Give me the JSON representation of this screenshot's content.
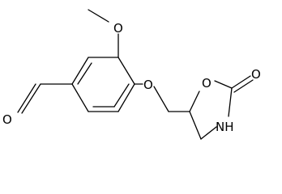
{
  "molecule": {
    "atoms": {
      "methoxy_oxygen": "O",
      "ether_oxygen": "O",
      "ring_oxygen": "O",
      "carbonyl_oxygen": "O",
      "ring_nitrogen": "NH",
      "aldehyde_oxygen": "O"
    }
  }
}
